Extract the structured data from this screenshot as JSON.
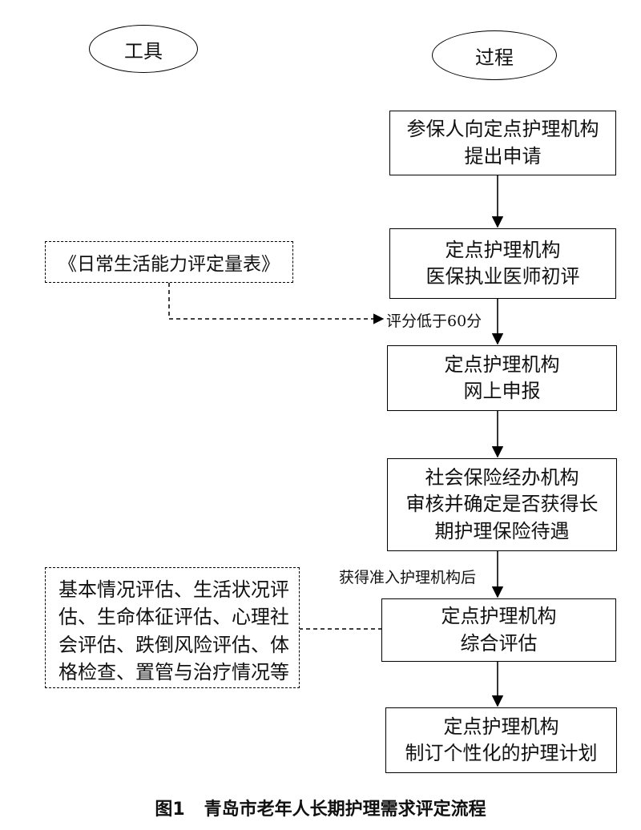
{
  "headers": {
    "tools": "工具",
    "process": "过程"
  },
  "process_steps": [
    {
      "line1": "参保人向定点护理机构",
      "line2": "提出申请"
    },
    {
      "line1": "定点护理机构",
      "line2": "医保执业医师初评"
    },
    {
      "line1": "定点护理机构",
      "line2": "网上申报"
    },
    {
      "line1": "社会保险经办机构",
      "line2": "审核并确定是否获得长",
      "line3": "期护理保险待遇"
    },
    {
      "line1": "定点护理机构",
      "line2": "综合评估"
    },
    {
      "line1": "定点护理机构",
      "line2": "制订个性化的护理计划"
    }
  ],
  "tools": [
    {
      "text": "《日常生活能力评定量表》"
    },
    {
      "line1": "基本情况评估、生活状况评",
      "line2": "估、生命体征评估、心理社",
      "line3": "会评估、跌倒风险评估、体",
      "line4": "格检查、置管与治疗情况等"
    }
  ],
  "edge_labels": {
    "score": "评分低于60分",
    "admitted": "获得准入护理机构后"
  },
  "caption": {
    "number": "图1",
    "title": "青岛市老年人长期护理需求评定流程"
  }
}
